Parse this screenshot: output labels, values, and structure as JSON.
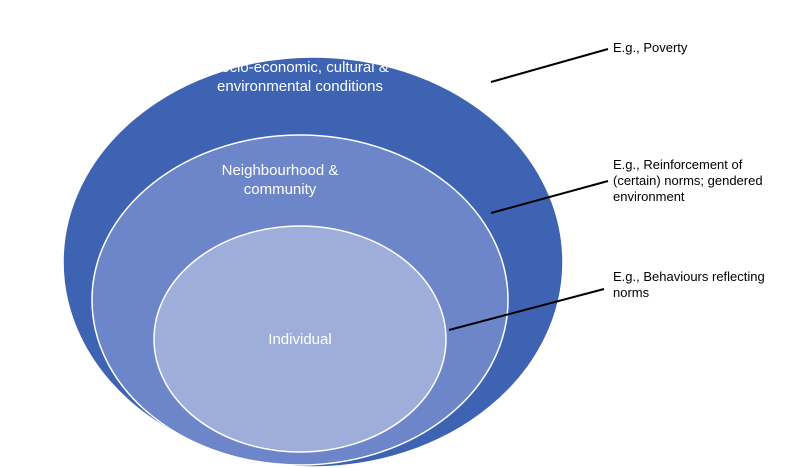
{
  "colors": {
    "outer": "#3e63b2",
    "middle": "#6d86c9",
    "inner": "#9eaedb",
    "ring_stroke": "#ffffff",
    "leader_line": "#000000"
  },
  "rings": {
    "outer": {
      "label_line1": "Socio-economic, cultural &",
      "label_line2": "environmental conditions"
    },
    "middle": {
      "label_line1": "Neighbourhood &",
      "label_line2": "community"
    },
    "inner": {
      "label": "Individual"
    }
  },
  "annotations": {
    "outer": {
      "line1": "E.g., Poverty"
    },
    "middle": {
      "line1": "E.g., Reinforcement of",
      "line2": "(certain) norms; gendered",
      "line3": "environment"
    },
    "inner": {
      "line1": "E.g., Behaviours reflecting",
      "line2": "norms"
    }
  }
}
